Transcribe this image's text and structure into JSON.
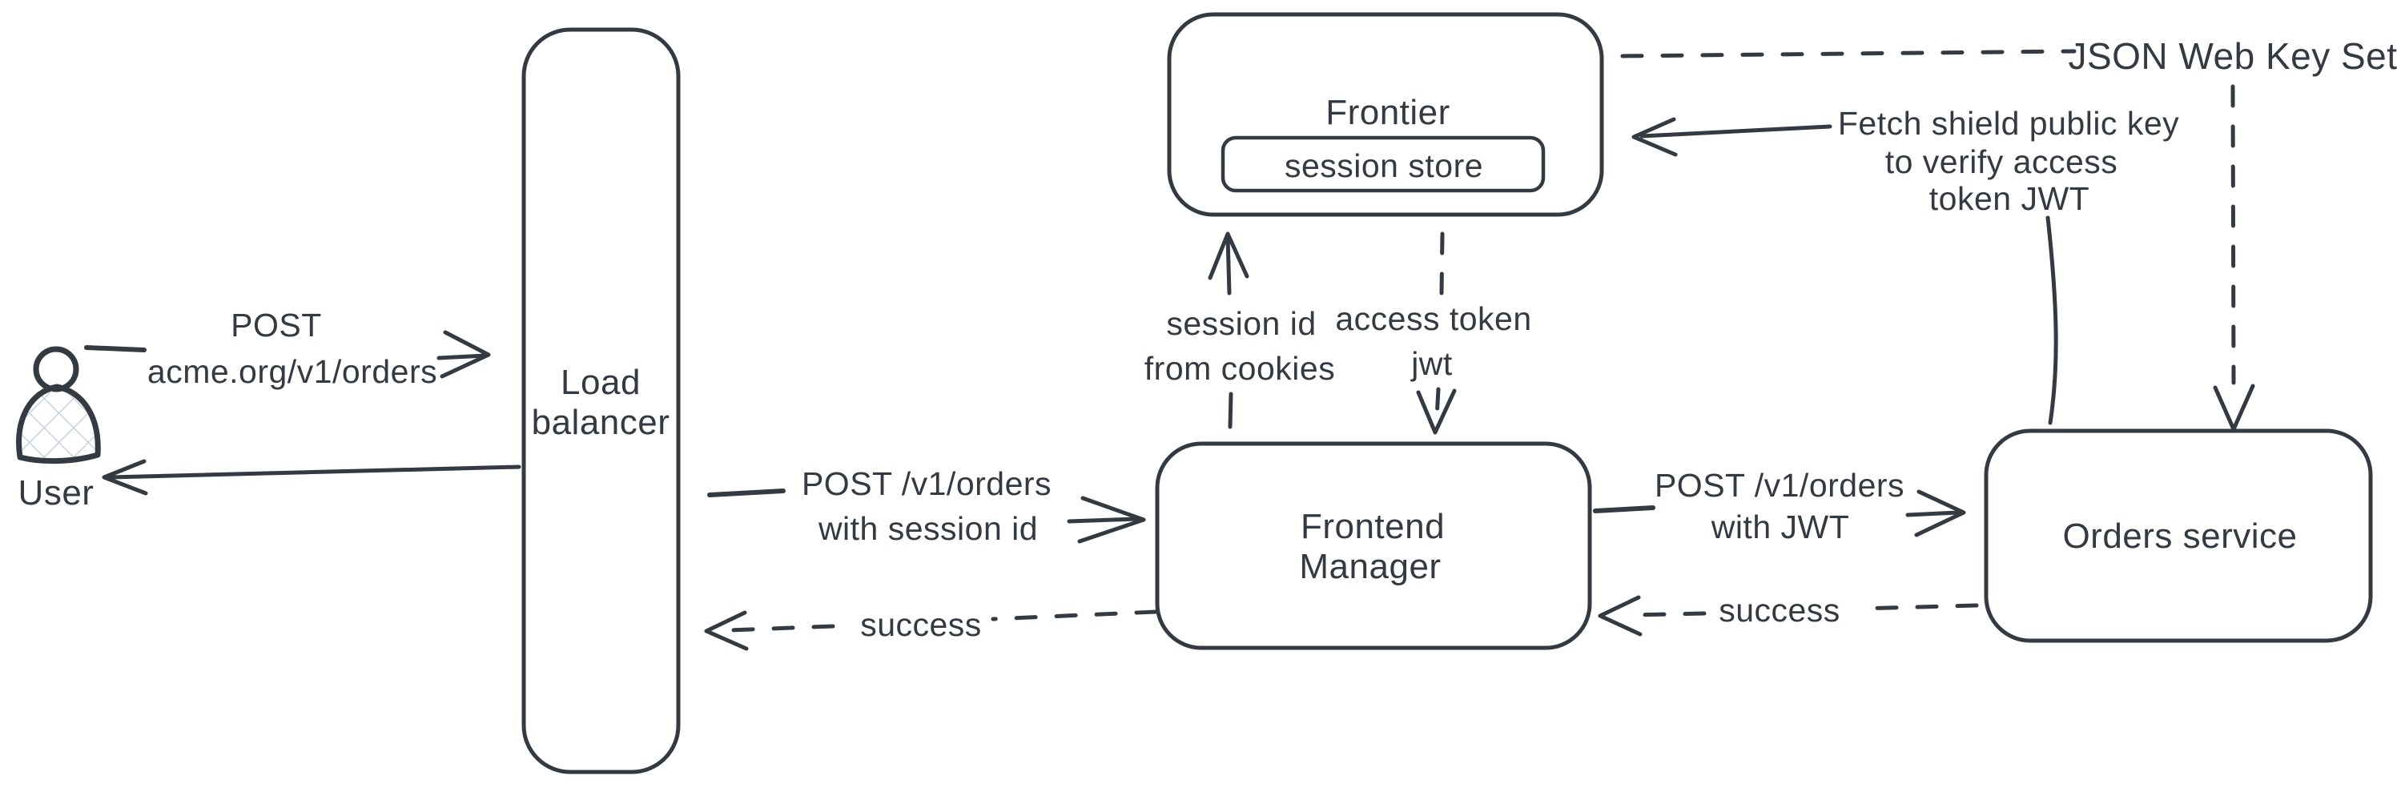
{
  "colors": {
    "ink": "#343a42",
    "hatch_fill_lines": "#c7d2e0",
    "background": "#ffffff"
  },
  "actors": {
    "user": {
      "label": "User"
    },
    "load_balancer": {
      "label_line1": "Load",
      "label_line2": "balancer"
    },
    "frontier": {
      "label": "Frontier",
      "session_store_label": "session store"
    },
    "frontend_manager": {
      "label_line1": "Frontend",
      "label_line2": "Manager"
    },
    "orders_service": {
      "label": "Orders service"
    },
    "jwks": {
      "label": "JSON Web Key Set"
    }
  },
  "flows": {
    "user_to_lb": {
      "line1": "POST",
      "line2": "acme.org/v1/orders"
    },
    "lb_to_fm": {
      "line1": "POST /v1/orders",
      "line2": "with session id"
    },
    "fm_to_lb": {
      "label": "success"
    },
    "fm_to_frontier": {
      "line1": "session id",
      "line2": "from cookies"
    },
    "frontier_to_fm": {
      "line1": "access token",
      "line2": "jwt"
    },
    "fm_to_orders": {
      "line1": "POST /v1/orders",
      "line2": "with JWT"
    },
    "orders_to_fm": {
      "label": "success"
    },
    "orders_to_frontier": {
      "line1": "Fetch shield public key",
      "line2": "to verify access",
      "line3": "token JWT"
    }
  }
}
